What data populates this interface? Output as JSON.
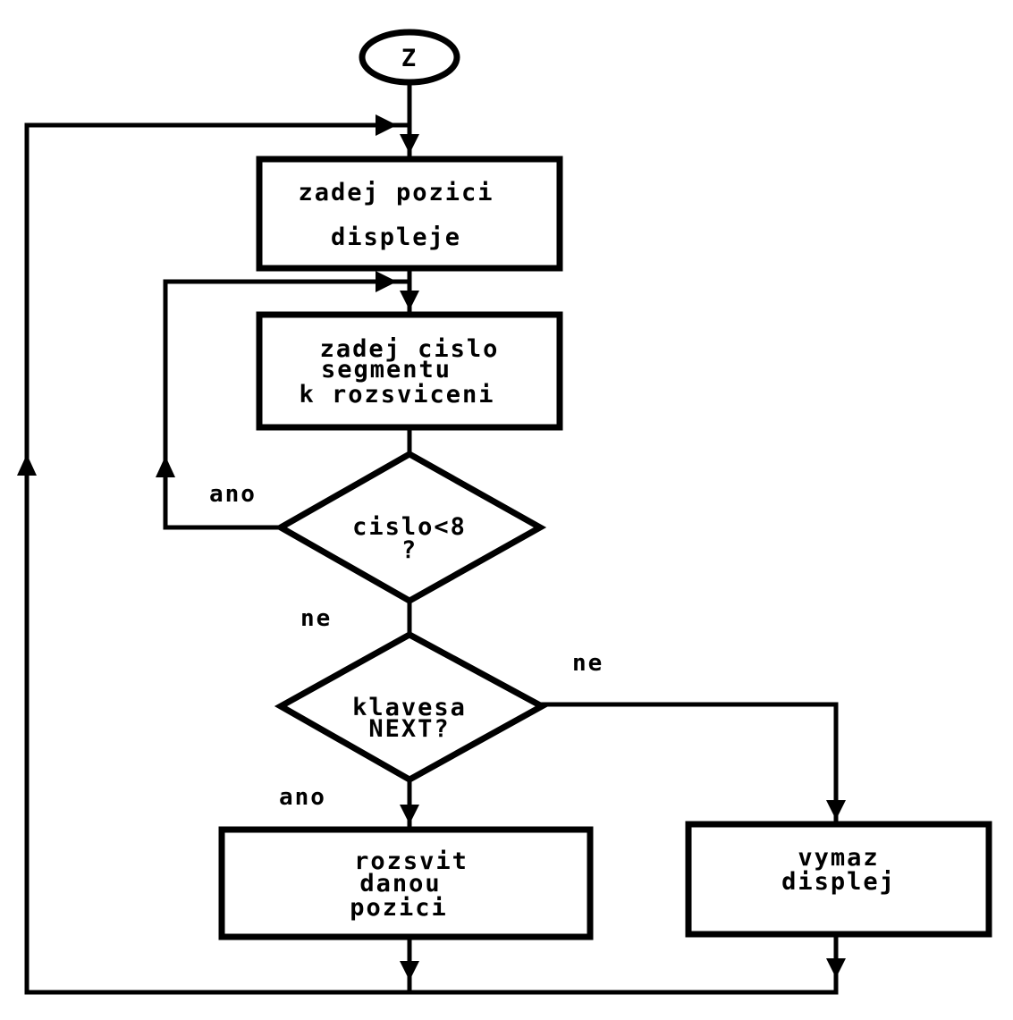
{
  "start": "Z",
  "steps": {
    "set_position": [
      "zadej pozici",
      "displeje"
    ],
    "set_segment": [
      "zadej cislo",
      "segmentu",
      "k rozsviceni"
    ],
    "light_position": [
      "rozsvit",
      "danou",
      "pozici"
    ],
    "clear_display": [
      "vymaz",
      "displej"
    ]
  },
  "decisions": {
    "number_check": [
      "cislo<8",
      "?"
    ],
    "next_key": [
      "klavesa",
      "NEXT?"
    ]
  },
  "labels": {
    "yes_loop": "ano",
    "no_number": "ne",
    "no_next": "ne",
    "yes_next": "ano"
  }
}
